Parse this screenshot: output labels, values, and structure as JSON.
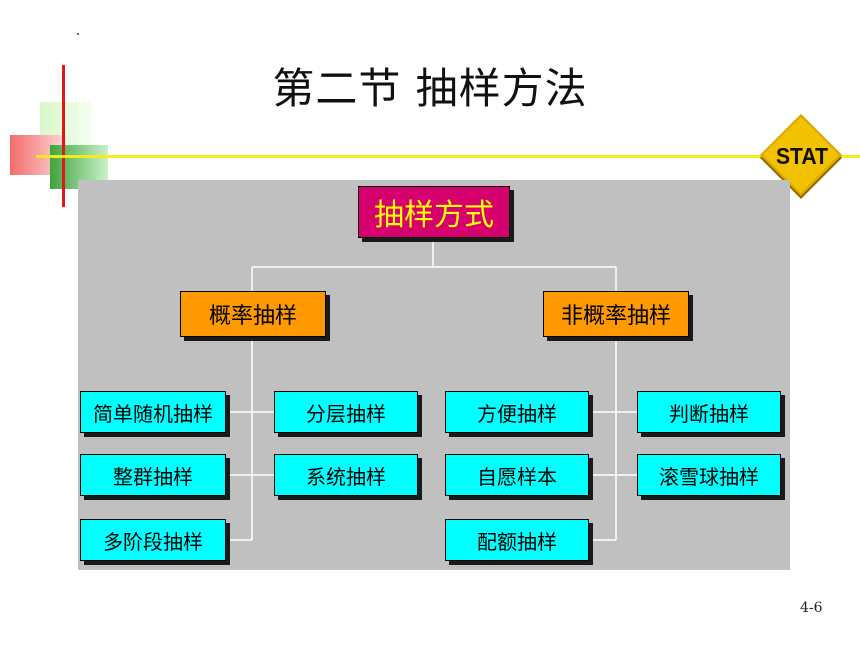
{
  "slide": {
    "title": "第二节 抽样方法",
    "badge": "STAT",
    "page_number": "4-6"
  },
  "diagram": {
    "root": "抽样方式",
    "probability": {
      "label": "概率抽样",
      "items": [
        "简单随机抽样",
        "分层抽样",
        "整群抽样",
        "系统抽样",
        "多阶段抽样"
      ]
    },
    "nonprobability": {
      "label": "非概率抽样",
      "items": [
        "方便抽样",
        "判断抽样",
        "自愿样本",
        "滚雪球抽样",
        "配额抽样"
      ]
    }
  },
  "colors": {
    "panel": "#c0c0c0",
    "root_fill": "#d6006e",
    "root_text": "#ffff00",
    "category_fill": "#ff9900",
    "leaf_fill": "#00ffff",
    "divider_line": "#f3ec1a",
    "accent_red": "#e01818",
    "badge_fill": "#f2c200"
  }
}
